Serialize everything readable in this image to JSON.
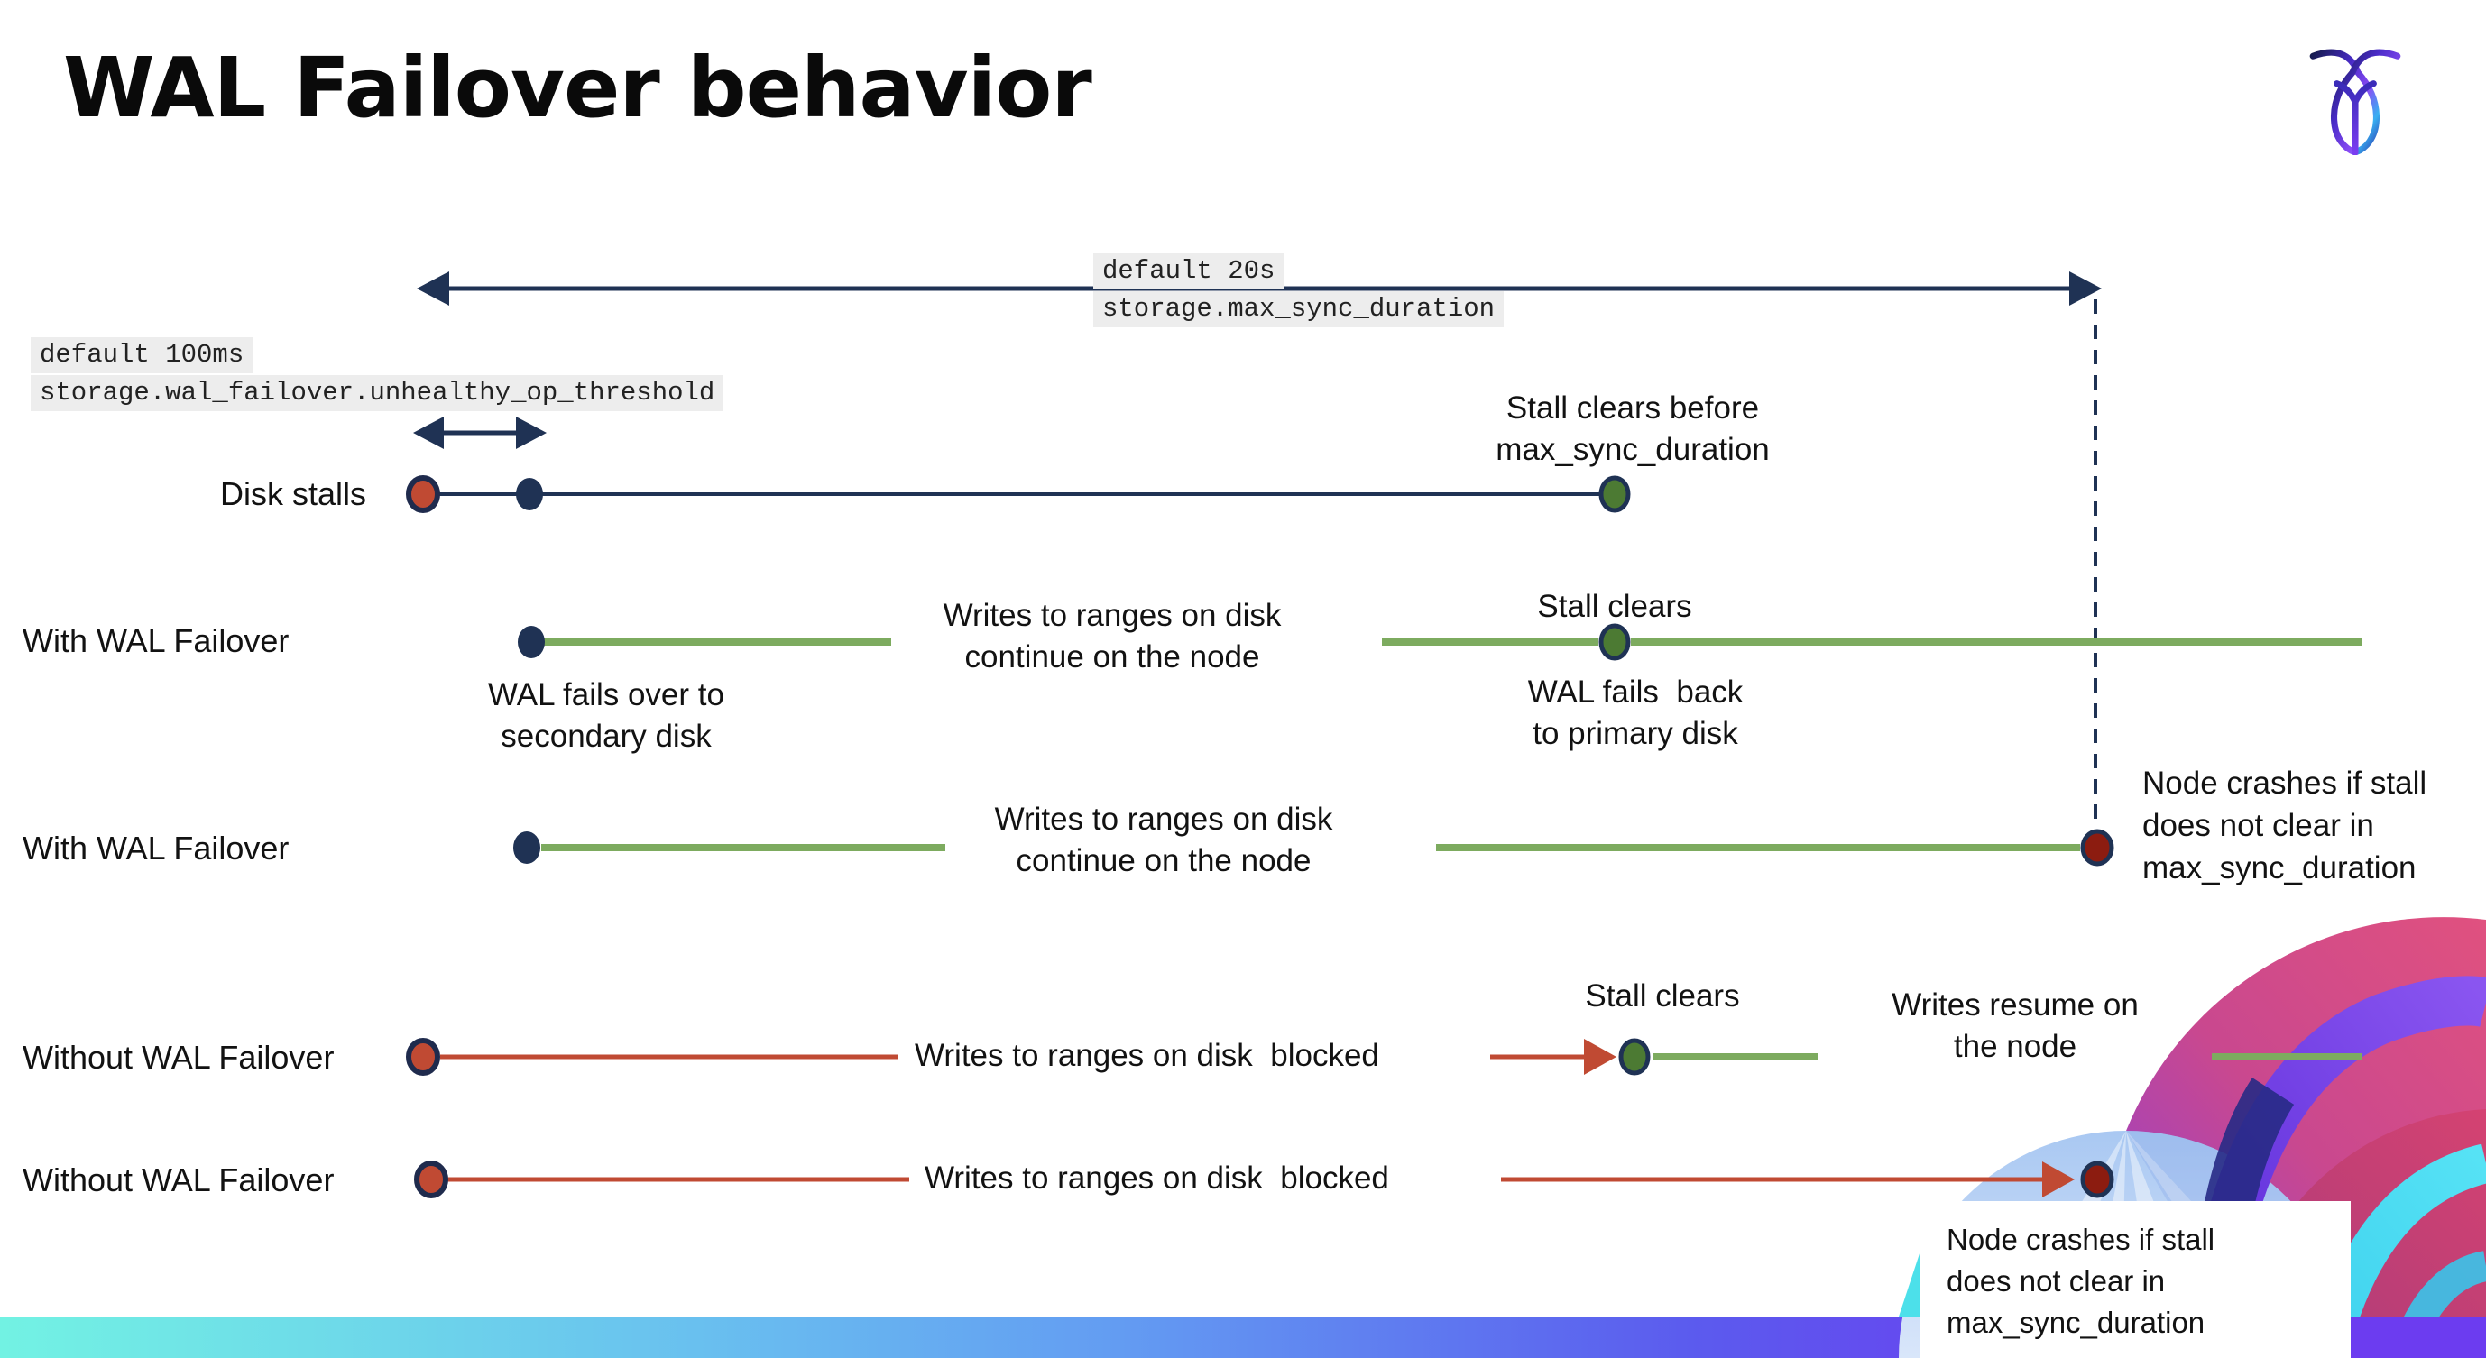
{
  "slide": {
    "title": "WAL Failover behavior"
  },
  "branding": {
    "logo_name": "cockroachdb-logo"
  },
  "annotations": {
    "max_sync": {
      "default_value": "default 20s",
      "setting": "storage.max_sync_duration"
    },
    "unhealthy_op": {
      "default_value": "default 100ms",
      "setting": "storage.wal_failover.unhealthy_op_threshold"
    }
  },
  "rows": {
    "disk_stalls": {
      "label": "Disk stalls",
      "stall_clears": "Stall clears before\nmax_sync_duration"
    },
    "with_failover_1": {
      "label": "With WAL Failover",
      "writes": "Writes to ranges on disk\ncontinue on the node",
      "failover": "WAL fails over to\nsecondary disk",
      "stall_clears": "Stall clears",
      "failback": "WAL fails  back\nto primary disk"
    },
    "with_failover_2": {
      "label": "With WAL Failover",
      "writes": "Writes to ranges on disk\ncontinue on the node",
      "crash": "Node crashes if stall\ndoes not clear in\nmax_sync_duration"
    },
    "without_failover_1": {
      "label": "Without WAL Failover",
      "writes": "Writes to ranges on disk  blocked",
      "stall_clears": "Stall clears",
      "resume": "Writes resume on\nthe node"
    },
    "without_failover_2": {
      "label": "Without WAL Failover",
      "writes": "Writes to ranges on disk  blocked",
      "crash": "Node crashes if stall\ndoes not clear in\nmax_sync_duration"
    }
  },
  "colors": {
    "navy": "#1F3254",
    "green_line": "#7DAB5F",
    "green_dot": "#4C7A33",
    "red_line": "#C04A33",
    "red_dot": "#C04A33",
    "dark_red_dot": "#8C1C10",
    "annotation_bg": "#EDEDED",
    "footer_gradient_left": "#72F2E3",
    "footer_gradient_right": "#6C3CF0"
  }
}
